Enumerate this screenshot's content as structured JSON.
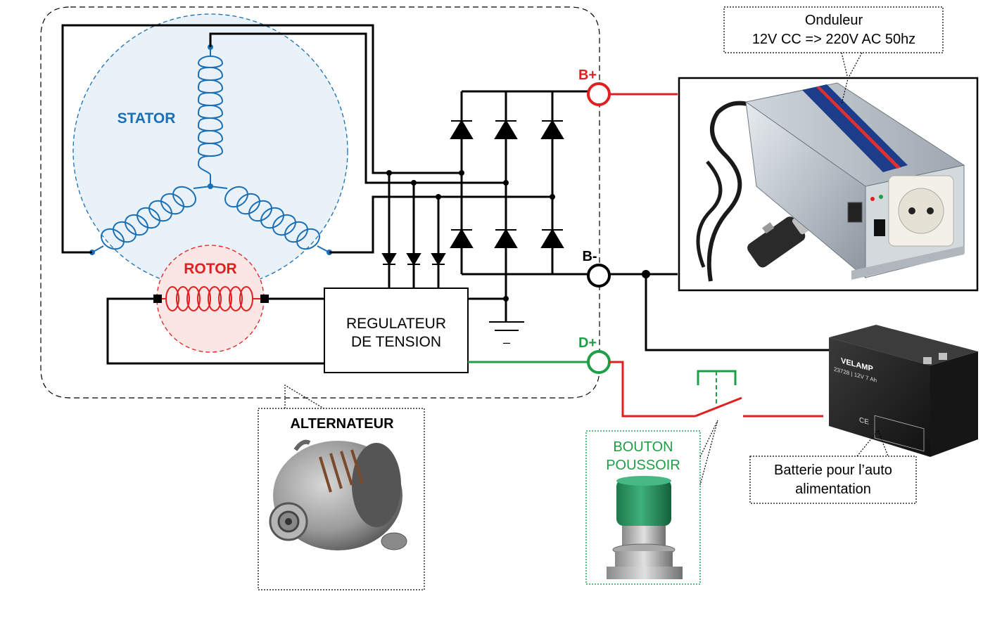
{
  "labels": {
    "stator": "STATOR",
    "rotor": "ROTOR",
    "regulator_line1": "REGULATEUR",
    "regulator_line2": "DE TENSION",
    "ground_sign": "–",
    "terminal_bplus": "B+",
    "terminal_bminus": "B-",
    "terminal_dplus": "D+",
    "alternator": "ALTERNATEUR",
    "inverter_line1": "Onduleur",
    "inverter_line2": "12V CC => 220V AC 50hz",
    "button_line1": "BOUTON",
    "button_line2": "POUSSOIR",
    "battery_line1": "Batterie pour l’auto",
    "battery_line2": "alimentation",
    "battery_brand": "VELAMP",
    "battery_model": "23728 | 12V 7 Ah",
    "battery_ce": "CE"
  },
  "colors": {
    "stator": "#1a6fb5",
    "stator_fill": "#e9f1f9",
    "rotor": "#e02020",
    "rotor_fill": "#fbe6e6",
    "dplus": "#1f9e48",
    "button_box": "#2aa65a",
    "wire": "#000000"
  },
  "icons": {
    "inverter": "power-inverter-photo",
    "alternator": "car-alternator-photo",
    "button": "green-push-button-photo",
    "battery": "lead-acid-battery-photo"
  }
}
